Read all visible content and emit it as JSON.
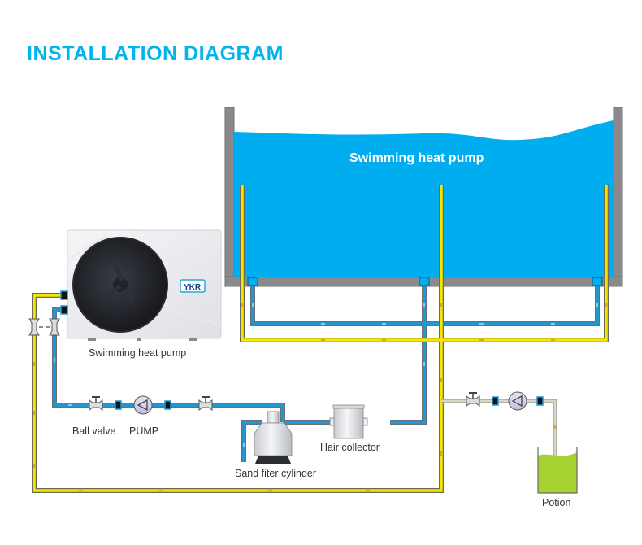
{
  "title": "INSTALLATION DIAGRAM",
  "colors": {
    "title": "#00b4ec",
    "water": "#00aeef",
    "pool_wall": "#8a8a8c",
    "hot_pipe": "#f5e600",
    "cold_pipe": "#1a9ad8",
    "potion_pipe": "#c9cdb8",
    "potion_liquid": "#a6d130"
  },
  "labels": {
    "pool": "Swimming heat pump",
    "heat_pump": "Swimming heat pump",
    "ball_valve": "Ball valve",
    "pump": "PUMP",
    "sand_filter": "Sand fiter cylinder",
    "hair_collector": "Hair collector",
    "potion": "Potion",
    "brand_logo": "YKR"
  }
}
